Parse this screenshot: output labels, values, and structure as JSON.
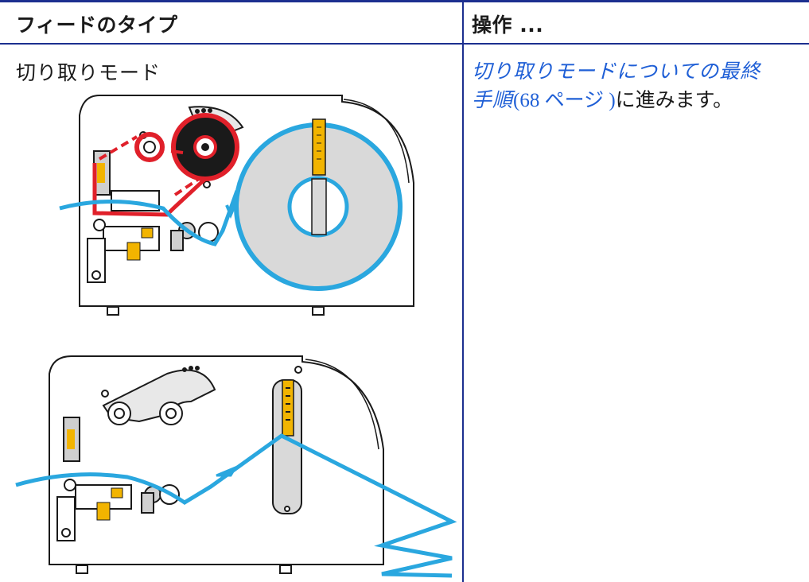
{
  "table": {
    "col1_header": "フィードのタイプ",
    "col2_header": "操作 ...",
    "row": {
      "mode": "切り取りモード",
      "action_link_line1": "切り取りモードについての最終",
      "action_link_line2": "手順",
      "page_ref": "(68 ページ )",
      "action_suffix": "に進みます。"
    }
  },
  "colors": {
    "rule": "#1c2f8f",
    "link": "#1f5fd6",
    "media_path": "#2aa7df",
    "ribbon_path": "#e0202a",
    "sensor": "#f2b400",
    "roll": "#d9d9d9"
  },
  "figures": [
    {
      "name": "printer-loaded-ribbon-and-media"
    },
    {
      "name": "printer-media-path-fanfold"
    }
  ]
}
